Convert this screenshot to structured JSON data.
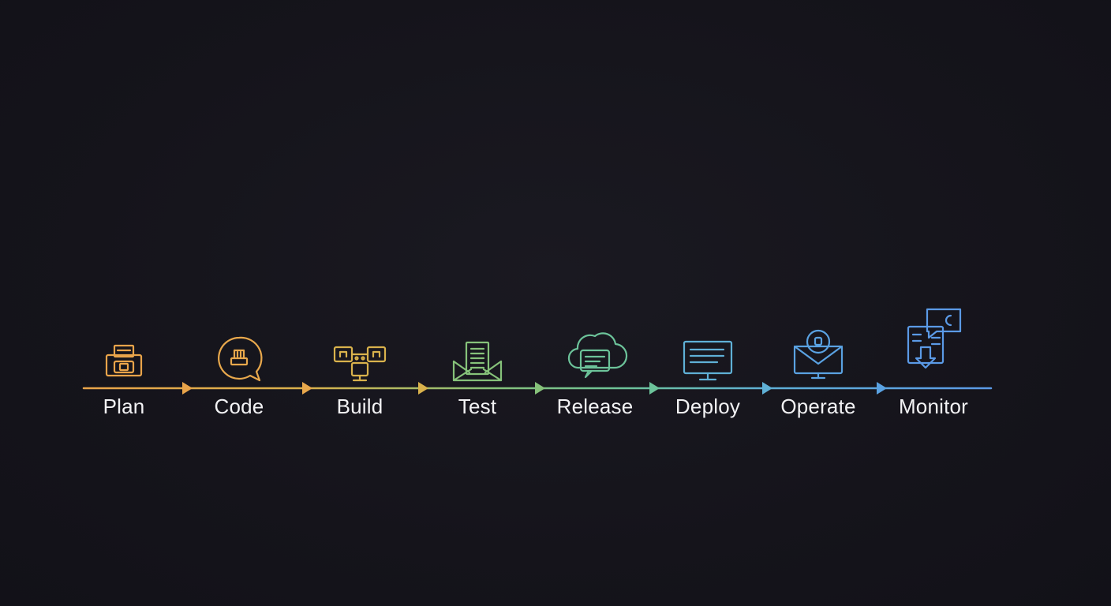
{
  "stages": [
    {
      "label": "Plan",
      "icon": "printer-icon",
      "color": "#e9a44a"
    },
    {
      "label": "Code",
      "icon": "chat-bubble-icon",
      "color": "#e8a84c"
    },
    {
      "label": "Build",
      "icon": "network-nodes-icon",
      "color": "#d9b24c"
    },
    {
      "label": "Test",
      "icon": "document-envelope-icon",
      "color": "#86c27a"
    },
    {
      "label": "Release",
      "icon": "cloud-chat-icon",
      "color": "#6cc39a"
    },
    {
      "label": "Deploy",
      "icon": "monitor-icon",
      "color": "#5fb0d6"
    },
    {
      "label": "Operate",
      "icon": "envelope-alert-icon",
      "color": "#5aa2e2"
    },
    {
      "label": "Monitor",
      "icon": "document-download-icon",
      "color": "#5b9ae6"
    }
  ],
  "gradient": [
    "#e9a44a",
    "#d9b24c",
    "#86c27a",
    "#6cc39a",
    "#5fb0d6",
    "#5b9ae6"
  ]
}
